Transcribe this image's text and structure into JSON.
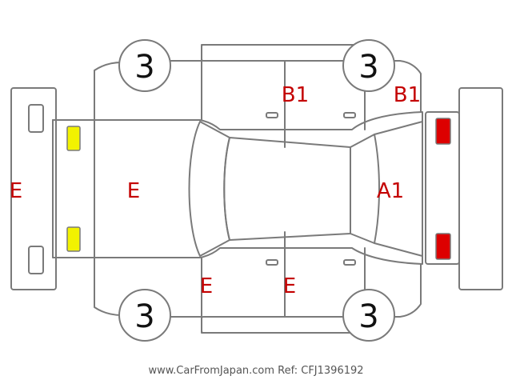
{
  "colors": {
    "outline": "#7a7a7a",
    "damage_label": "#c40000",
    "headlamp_fill": "#f2f200",
    "taillamp_fill": "#dd0000"
  },
  "tires": {
    "front_left": "3",
    "front_right": "3",
    "rear_left": "3",
    "rear_right": "3"
  },
  "damage_marks": {
    "front_bumper": "E",
    "hood": "E",
    "roof_right_upper": "B1",
    "rear_right_quarter": "B1",
    "rear_glass": "A1",
    "front_left_door": "E",
    "rear_left_door": "E"
  },
  "lamps": {
    "headlamp_color": "yellow",
    "taillamp_color": "red"
  },
  "footer": {
    "text": "www.CarFromJapan.com Ref: CFJ1396192"
  }
}
